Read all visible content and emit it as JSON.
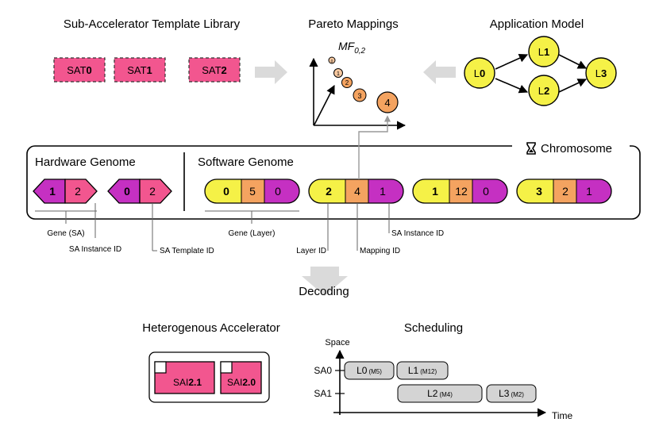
{
  "titles": {
    "library": "Sub-Accelerator Template Library",
    "pareto": "Pareto Mappings",
    "app": "Application Model",
    "hardware": "Hardware Genome",
    "software": "Software Genome",
    "chromosome": "Chromosome",
    "decoding": "Decoding",
    "hetero": "Heterogenous Accelerator",
    "scheduling": "Scheduling"
  },
  "sat_templates": [
    {
      "prefix": "SAT",
      "num": "0"
    },
    {
      "prefix": "SAT",
      "num": "1"
    },
    {
      "prefix": "SAT",
      "num": "2"
    }
  ],
  "pareto": {
    "label_main": "MF",
    "label_sub": "0,2",
    "points": [
      "0",
      "1",
      "2",
      "3",
      "4"
    ]
  },
  "app_model": {
    "nodes": [
      {
        "prefix": "L",
        "num": "0"
      },
      {
        "prefix": "L",
        "num": "1"
      },
      {
        "prefix": "L",
        "num": "2"
      },
      {
        "prefix": "L",
        "num": "3"
      }
    ]
  },
  "hardware_genes": [
    {
      "instance": "1",
      "template": "2"
    },
    {
      "instance": "0",
      "template": "2"
    }
  ],
  "software_genes": [
    {
      "layer": "0",
      "mapping": "5",
      "sa": "0"
    },
    {
      "layer": "2",
      "mapping": "4",
      "sa": "1"
    },
    {
      "layer": "1",
      "mapping": "12",
      "sa": "0"
    },
    {
      "layer": "3",
      "mapping": "2",
      "sa": "1"
    }
  ],
  "annotations": {
    "gene_sa": "Gene (SA)",
    "sa_instance_id": "SA Instance ID",
    "sa_template_id": "SA Template ID",
    "gene_layer": "Gene (Layer)",
    "layer_id": "Layer ID",
    "mapping_id": "Mapping ID",
    "sa_instance_id_2": "SA Instance ID"
  },
  "hetero": {
    "instances": [
      {
        "prefix": "SAI",
        "num": "2.1"
      },
      {
        "prefix": "SAI",
        "num": "2.0"
      }
    ]
  },
  "schedule": {
    "y_label": "Space",
    "x_label": "Time",
    "rows": [
      "SA0",
      "SA1"
    ],
    "tasks": [
      {
        "layer": "L0",
        "mapping": "(M5)",
        "row": 0
      },
      {
        "layer": "L1",
        "mapping": "(M12)",
        "row": 0
      },
      {
        "layer": "L2",
        "mapping": "(M4)",
        "row": 1
      },
      {
        "layer": "L3",
        "mapping": "(M2)",
        "row": 1
      }
    ]
  },
  "colors": {
    "pink": "#f2568f",
    "magenta": "#c530c2",
    "yellow": "#f5f147",
    "orange": "#f4a360",
    "gray": "#d4d4d4",
    "arrow_gray": "#dadada",
    "pareto_small": "#f8c9a0"
  }
}
